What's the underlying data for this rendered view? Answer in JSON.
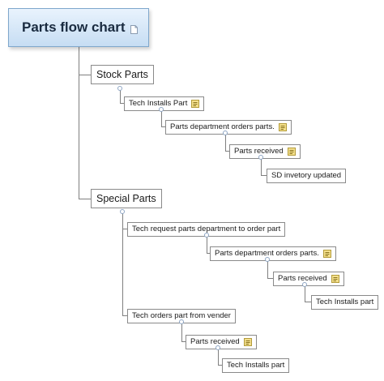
{
  "map": {
    "root_title": "Parts flow chart",
    "stock_parts": {
      "label": "Stock Parts",
      "tech_installs": "Tech Installs Part",
      "dept_orders": "Parts department orders parts.",
      "received": "Parts received",
      "sd_updated": "SD invetory updated"
    },
    "special_parts": {
      "label": "Special Parts",
      "tech_request": "Tech request parts department to order part",
      "dept_orders": "Parts department orders parts.",
      "received": "Parts received",
      "tech_installs": "Tech Installs part",
      "tech_orders_vender": "Tech orders part from vender",
      "vender_received": "Parts received",
      "vender_installs": "Tech Installs part"
    }
  },
  "icons": {
    "root": "page-icon",
    "note": "note-icon",
    "collapse": "collapse-toggle"
  },
  "colors": {
    "root_fill_top": "#e9f3fd",
    "root_fill_bottom": "#c6ddf3",
    "root_border": "#7fa7cc",
    "connector": "#7f7f7f",
    "note_fill": "#f3df8c"
  }
}
